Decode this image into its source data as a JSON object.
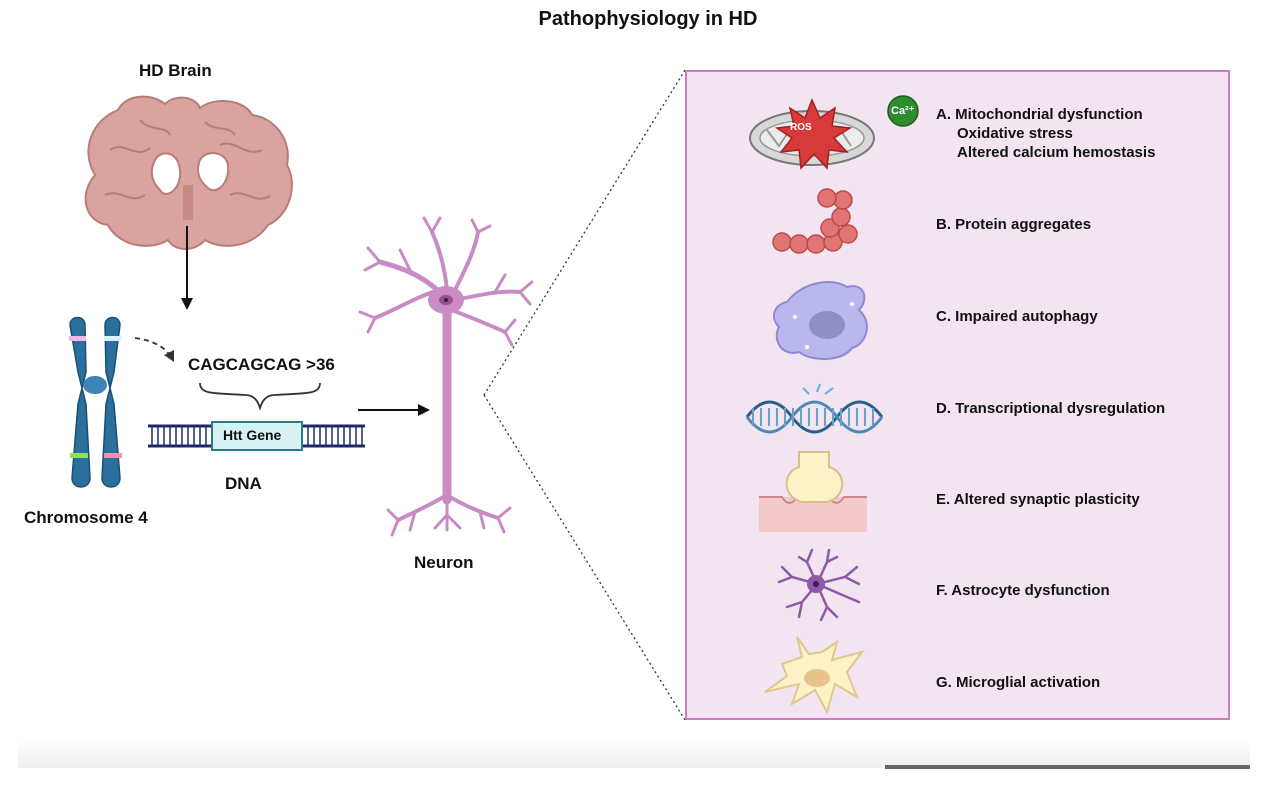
{
  "title": "Pathophysiology in HD",
  "brain_label": "HD Brain",
  "chromosome_label": "Chromosome 4",
  "dna_label": "DNA",
  "gene_label": "Htt Gene",
  "repeat_label": "CAGCAGCAG >36",
  "neuron_label": "Neuron",
  "mito_labels": {
    "ros": "ROS",
    "calcium": "Ca²⁺"
  },
  "mechanisms": [
    {
      "lines": [
        "A. Mitochondrial dysfunction",
        "Oxidative stress",
        "Altered calcium hemostasis"
      ]
    },
    {
      "lines": [
        "B. Protein aggregates"
      ]
    },
    {
      "lines": [
        "C. Impaired autophagy"
      ]
    },
    {
      "lines": [
        "D. Transcriptional dysregulation"
      ]
    },
    {
      "lines": [
        "E. Altered synaptic plasticity"
      ]
    },
    {
      "lines": [
        "F. Astrocyte dysfunction"
      ]
    },
    {
      "lines": [
        "G. Microglial activation"
      ]
    }
  ],
  "colors": {
    "brain": "#d9a39f",
    "chromosome": "#2a6f9e",
    "neuron": "#c98bc4",
    "panel_bg": "#f3e4f1",
    "panel_border": "#cf7bbf",
    "dna": "#1f2a6b",
    "ros": "#d63a3a",
    "calcium": "#2e8b2e"
  }
}
